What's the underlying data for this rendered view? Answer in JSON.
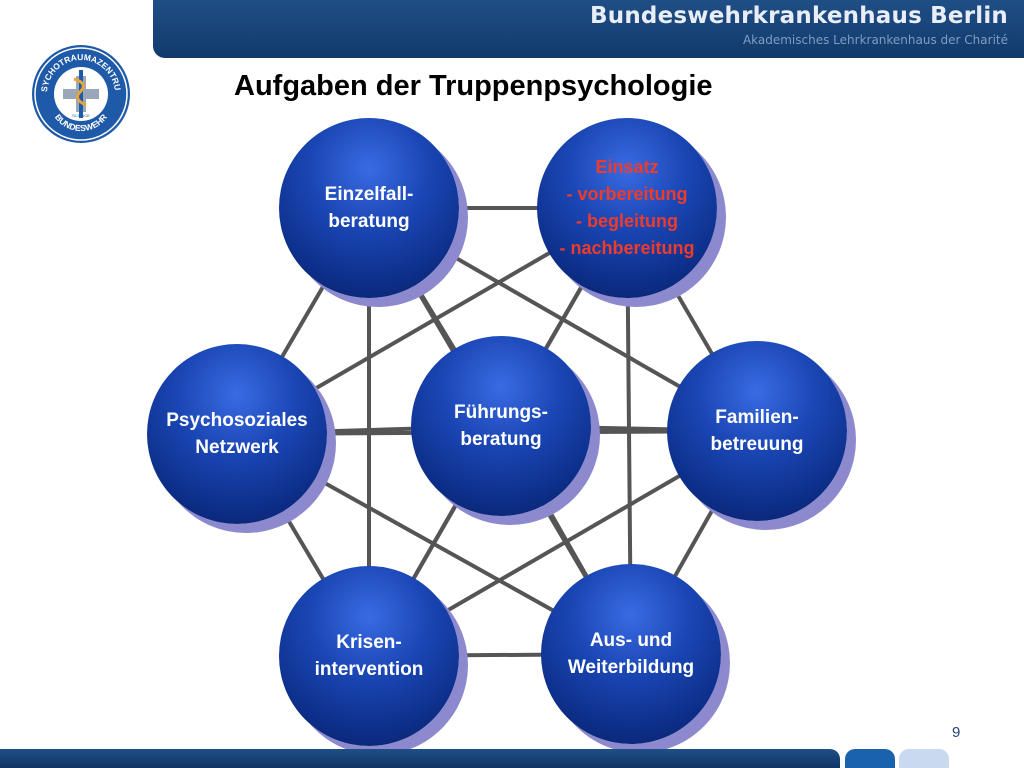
{
  "header": {
    "title": "Bundeswehrkrankenhaus Berlin",
    "subtitle": "Akademisches Lehrkrankenhaus der Charité"
  },
  "logo": {
    "top_text": "PSYCHOTRAUMAZENTRUM",
    "bottom_text": "BUNDESWEHR",
    "small_text": "SCIENCE"
  },
  "slide": {
    "title": "Aufgaben der Truppenpsychologie",
    "page_number": "9"
  },
  "diagram": {
    "nodes": [
      {
        "id": "einzelfall",
        "lines": [
          "Einzelfall-",
          "beratung"
        ]
      },
      {
        "id": "einsatz",
        "lines": [
          "Einsatz",
          "- vorbereitung",
          "- begleitung",
          "- nachbereitung"
        ]
      },
      {
        "id": "psychosoziales",
        "lines": [
          "Psychosoziales",
          "Netzwerk"
        ]
      },
      {
        "id": "fuehrung",
        "lines": [
          "Führungs-",
          "beratung"
        ]
      },
      {
        "id": "familien",
        "lines": [
          "Familien-",
          "betreuung"
        ]
      },
      {
        "id": "krisen",
        "lines": [
          "Krisen-",
          "intervention"
        ]
      },
      {
        "id": "ausbildung",
        "lines": [
          "Aus- und",
          "Weiterbildung"
        ]
      }
    ],
    "edges": [
      [
        "einzelfall",
        "einsatz"
      ],
      [
        "einzelfall",
        "psychosoziales"
      ],
      [
        "einzelfall",
        "fuehrung"
      ],
      [
        "einzelfall",
        "familien"
      ],
      [
        "einzelfall",
        "krisen"
      ],
      [
        "einzelfall",
        "ausbildung"
      ],
      [
        "einsatz",
        "psychosoziales"
      ],
      [
        "einsatz",
        "fuehrung"
      ],
      [
        "einsatz",
        "familien"
      ],
      [
        "einsatz",
        "krisen"
      ],
      [
        "einsatz",
        "ausbildung"
      ],
      [
        "psychosoziales",
        "fuehrung"
      ],
      [
        "psychosoziales",
        "familien"
      ],
      [
        "psychosoziales",
        "krisen"
      ],
      [
        "psychosoziales",
        "ausbildung"
      ],
      [
        "fuehrung",
        "familien"
      ],
      [
        "fuehrung",
        "krisen"
      ],
      [
        "fuehrung",
        "ausbildung"
      ],
      [
        "familien",
        "krisen"
      ],
      [
        "familien",
        "ausbildung"
      ],
      [
        "krisen",
        "ausbildung"
      ]
    ],
    "colors": {
      "edge": "#555555",
      "node": "#1a46b4",
      "node_shadow": "#8d89cf",
      "highlight_text": "#f03b2a"
    }
  }
}
